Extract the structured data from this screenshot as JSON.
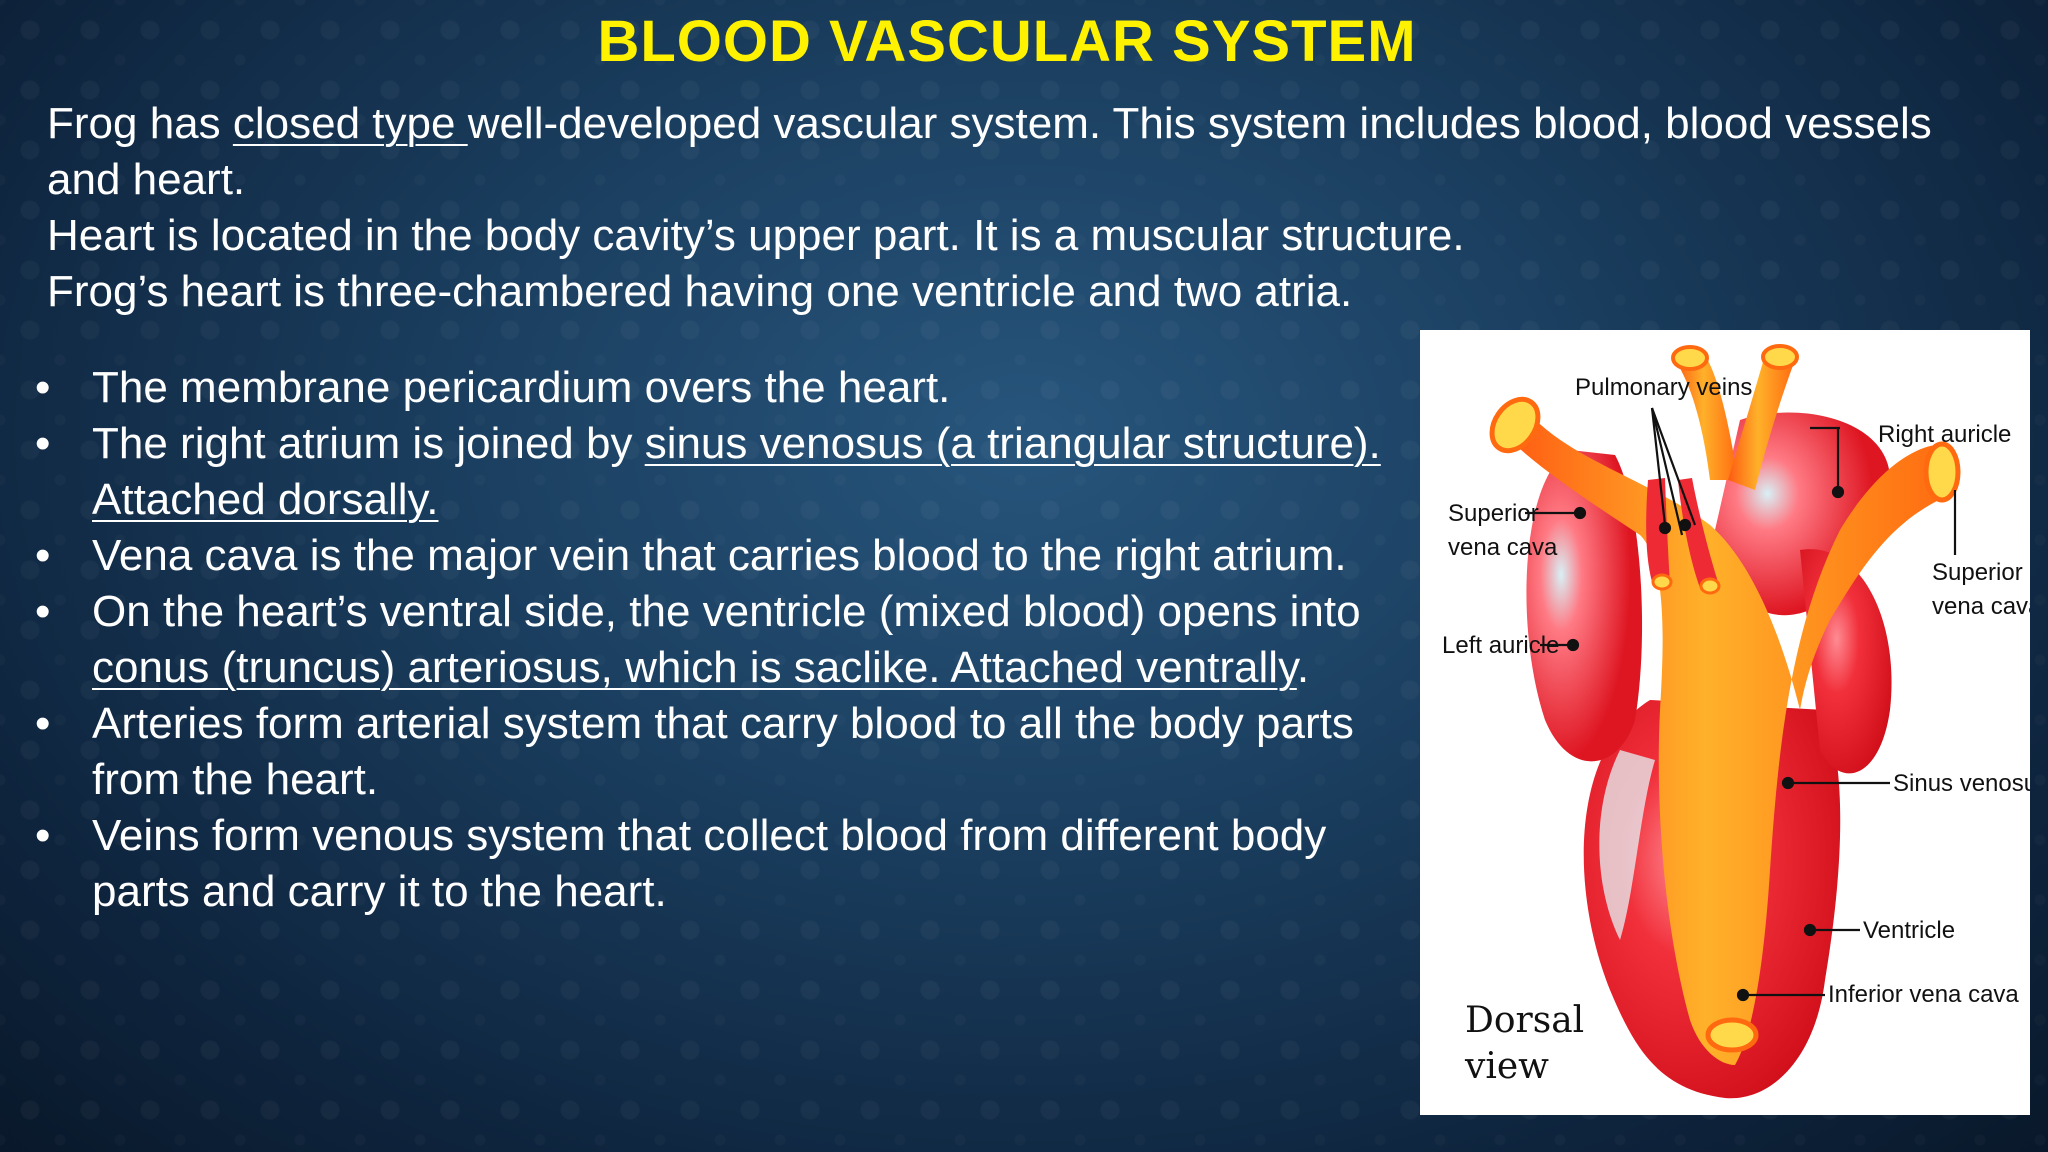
{
  "title": "BLOOD VASCULAR SYSTEM",
  "intro": {
    "p1_pre": "Frog has ",
    "p1_underline": "closed type ",
    "p1_post": "well-developed vascular system. This system includes blood, blood vessels and heart.",
    "p2": "Heart is located in the body cavity’s upper part. It is a muscular structure.",
    "p3": "Frog’s heart is three-chambered having one ventricle and two atria."
  },
  "bullets": [
    {
      "text": "The membrane pericardium overs the heart."
    },
    {
      "pre": "The right atrium is joined by ",
      "underline": "sinus venosus (a triangular structure). Attached dorsally."
    },
    {
      "text": "Vena cava is the major vein that carries blood to the right atrium."
    },
    {
      "pre": "On the heart’s ventral side, the ventricle (mixed blood) opens into ",
      "underline": "conus (truncus) arteriosus, which is saclike. Attached ventrally",
      "post": "."
    },
    {
      "text": "Arteries form arterial system that carry blood to all the body parts from the heart."
    },
    {
      "text": "Veins form venous system that collect blood from different body parts and carry it to the heart."
    }
  ],
  "figure": {
    "labels": {
      "pulmonary_veins": "Pulmonary veins",
      "right_auricle": "Right auricle",
      "superior_vena_cava_left_1": "Superior",
      "superior_vena_cava_left_2": "vena cava",
      "superior_vena_cava_right_1": "Superior",
      "superior_vena_cava_right_2": "vena cava",
      "left_auricle": "Left auricle",
      "sinus_venosus": "Sinus venosus",
      "ventricle": "Ventricle",
      "inferior_vena_cava": "Inferior vena cava"
    },
    "view_caption": "Dorsal\nview"
  },
  "colors": {
    "title": "#fff200",
    "text": "#ffffff",
    "heart_red": "#e8121f",
    "heart_orange": "#ff8c1a"
  }
}
